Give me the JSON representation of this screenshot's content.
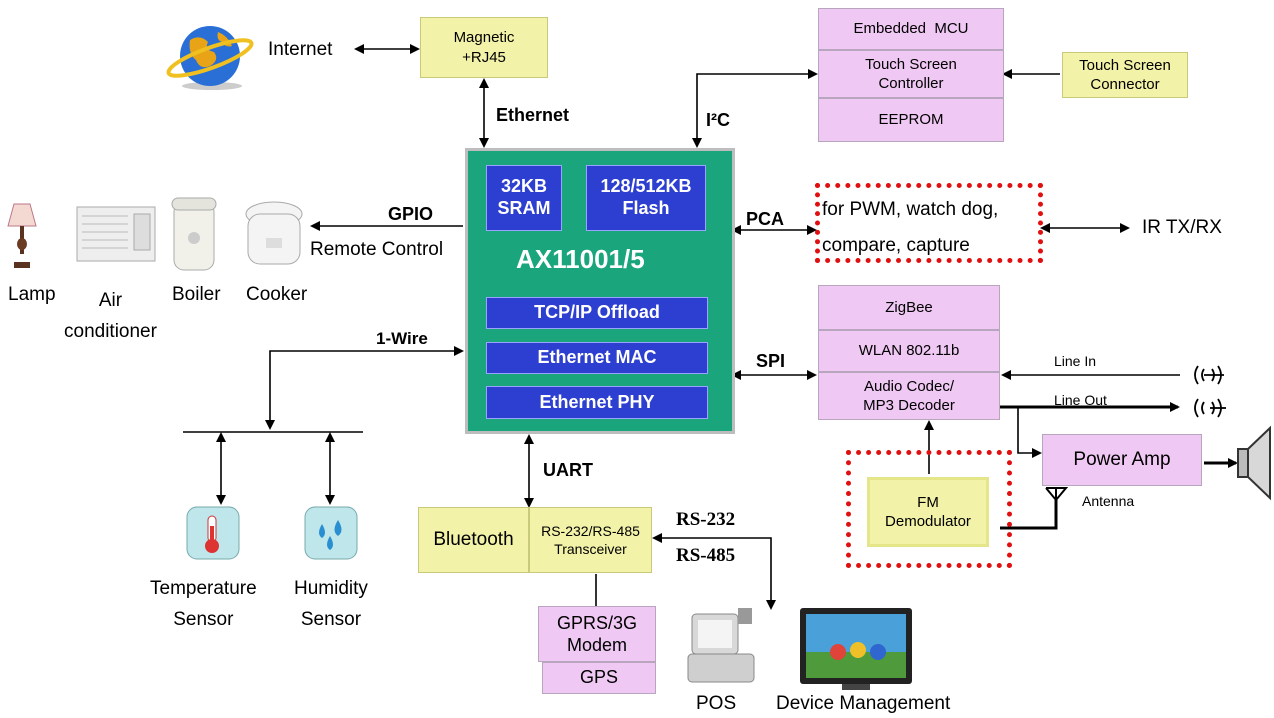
{
  "chip": {
    "name": "AX11001/5",
    "sram": "32KB\nSRAM",
    "flash": "128/512KB\nFlash",
    "tcpip": "TCP/IP Offload",
    "mac": "Ethernet MAC",
    "phy": "Ethernet PHY"
  },
  "top": {
    "internet": "Internet",
    "magnetic": "Magnetic\n+RJ45",
    "ethernet": "Ethernet",
    "i2c": "I²C"
  },
  "mcu_stack": {
    "mcu": "Embedded  MCU",
    "touch_ctrl": "Touch Screen\nController",
    "eeprom": "EEPROM",
    "touch_conn": "Touch Screen\nConnector"
  },
  "gpio": {
    "label": "GPIO",
    "remote": "Remote Control",
    "devices": [
      "Lamp",
      "Air\nconditioner",
      "Boiler",
      "Cooker"
    ]
  },
  "pca": {
    "label": "PCA",
    "line1": "for PWM, watch dog,",
    "line2": "compare, capture",
    "ir": "IR TX/RX"
  },
  "onewire": {
    "label": "1-Wire",
    "temp": "Temperature\nSensor",
    "humid": "Humidity\nSensor"
  },
  "spi": {
    "label": "SPI",
    "zigbee": "ZigBee",
    "wlan": "WLAN 802.11b",
    "audio": "Audio Codec/\nMP3 Decoder",
    "line_in": "Line In",
    "line_out": "Line Out",
    "power_amp": "Power Amp",
    "fm": "FM\nDemodulator",
    "antenna": "Antenna"
  },
  "uart": {
    "label": "UART",
    "bluetooth": "Bluetooth",
    "transceiver": "RS-232/RS-485\nTransceiver",
    "rs232": "RS-232",
    "rs485": "RS-485",
    "gprs": "GPRS/3G\nModem",
    "gps": "GPS",
    "pos": "POS",
    "device_mgmt": "Device Management"
  },
  "colors": {
    "chip_green": "#1aa57d",
    "inner_blue": "#2d3fd0",
    "box_yellow": "#f2f2a8",
    "box_pink": "#f0c8f4",
    "dotted_red": "#e01010"
  }
}
